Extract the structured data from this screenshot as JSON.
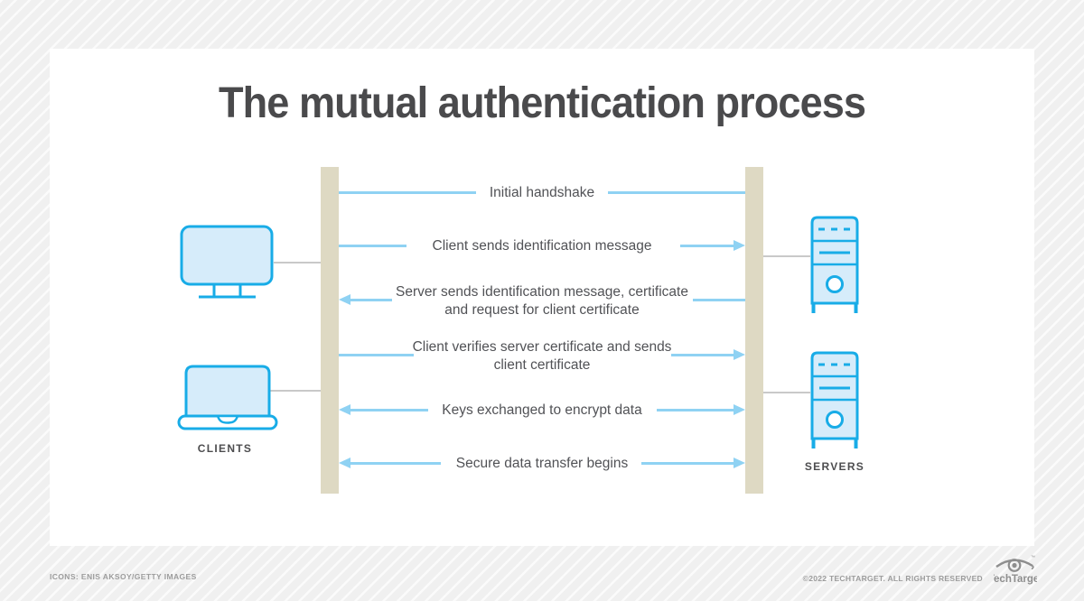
{
  "title": "The mutual authentication process",
  "diagram": {
    "clients_label": "CLIENTS",
    "servers_label": "SERVERS",
    "steps": [
      {
        "label": "Initial handshake",
        "direction": "none"
      },
      {
        "label": "Client sends identification message",
        "direction": "client-to-server"
      },
      {
        "label": "Server sends identification message, certificate and request for client certificate",
        "direction": "server-to-client"
      },
      {
        "label": "Client verifies server certificate and sends client certificate",
        "direction": "client-to-server"
      },
      {
        "label": "Keys exchanged to encrypt data",
        "direction": "both"
      },
      {
        "label": "Secure data transfer begins",
        "direction": "both"
      }
    ]
  },
  "footer": {
    "credits": "ICONS: ENIS AKSOY/GETTY IMAGES",
    "copyright": "©2022 TECHTARGET. ALL RIGHTS RESERVED",
    "logo_text": "TechTarget",
    "logo_tm": "™"
  },
  "colors": {
    "accent_blue": "#18ace7",
    "icon_fill": "#d6ecfa",
    "arrow_blue": "#8fd2f3",
    "bar_tan": "#ded9c3",
    "text_dark": "#4d4d4f",
    "footer_gray": "#9c9c9c"
  }
}
